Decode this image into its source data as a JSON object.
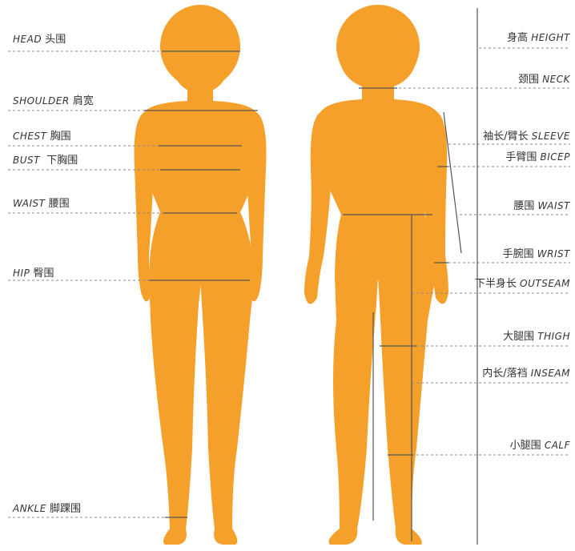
{
  "colors": {
    "body": "#F6A02C",
    "line": "#444444",
    "text": "#333333"
  },
  "left_labels": [
    {
      "id": "head",
      "en": "HEAD",
      "zh": "头围"
    },
    {
      "id": "shoulder",
      "en": "SHOULDER",
      "zh": "肩宽"
    },
    {
      "id": "chest",
      "en": "CHEST",
      "zh": "胸围"
    },
    {
      "id": "bust",
      "en": "BUST",
      "zh": "下胸围"
    },
    {
      "id": "waist",
      "en": "WAIST",
      "zh": "腰围"
    },
    {
      "id": "hip",
      "en": "HIP",
      "zh": "臀围"
    },
    {
      "id": "ankle",
      "en": "ANKLE",
      "zh": "脚踝围"
    }
  ],
  "right_labels": [
    {
      "id": "height",
      "zh": "身高",
      "en": "HEIGHT"
    },
    {
      "id": "neck",
      "zh": "颈围",
      "en": "NECK"
    },
    {
      "id": "sleeve",
      "zh": "袖长/臂长",
      "en": "SLEEVE"
    },
    {
      "id": "bicep",
      "zh": "手臂围",
      "en": "BICEP"
    },
    {
      "id": "waist",
      "zh": "腰围",
      "en": "WAIST"
    },
    {
      "id": "wrist",
      "zh": "手腕围",
      "en": "WRIST"
    },
    {
      "id": "outseam",
      "zh": "下半身长",
      "en": "OUTSEAM"
    },
    {
      "id": "thigh",
      "zh": "大腿围",
      "en": "THIGH"
    },
    {
      "id": "inseam",
      "zh": "内长/落裆",
      "en": "INSEAM"
    },
    {
      "id": "calf",
      "zh": "小腿围",
      "en": "CALF"
    }
  ]
}
